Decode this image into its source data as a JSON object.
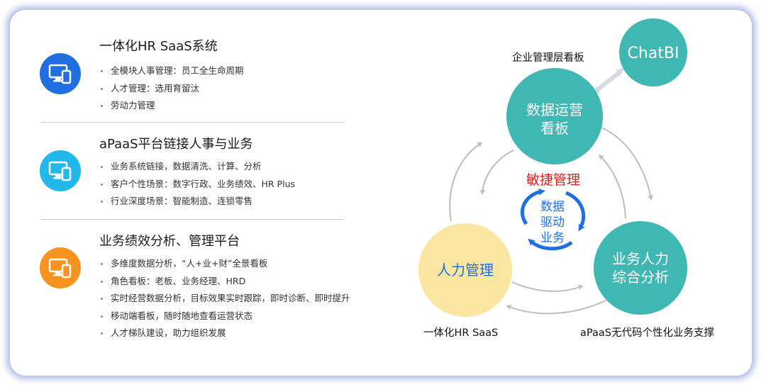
{
  "sections": [
    {
      "title": "一体化HR SaaS系统",
      "icon": "monitor-phone-icon",
      "color": "#1f6fe0",
      "bullets": [
        "全模块人事管理：员工全生命周期",
        "人才管理：选用育留汰",
        "劳动力管理"
      ]
    },
    {
      "title": "aPaaS平台链接人事与业务",
      "icon": "monitor-phone-icon",
      "color": "#22b8ea",
      "bullets": [
        "业务系统链接，数据清洗、计算、分析",
        "客户个性场景：数字行政、业务绩效、HR Plus",
        "行业深度场景：智能制造、连锁零售"
      ]
    },
    {
      "title": "业务绩效分析、管理平台",
      "icon": "monitor-phone-icon",
      "color": "#f7931e",
      "bullets": [
        "多维度数据分析，“人+业+财”全景看板",
        "角色看板：老板、业务经理、HRD",
        "实时经营数据分析，目标效果实时跟踪，即时诊断、即时提升",
        "移动端看板，随时随地查看运营状态",
        "人才梯队建设，助力组织发展"
      ]
    }
  ],
  "diagram": {
    "chatbi": "ChatBI",
    "top_caption": "企业管理层看板",
    "top_node": [
      "数据运营",
      "看板"
    ],
    "left_node": "人力管理",
    "right_node": [
      "业务人力",
      "综合分析"
    ],
    "center_title": "敏捷管理",
    "center_cycle": [
      "数据",
      "驱动",
      "业务"
    ],
    "left_caption": "一体化HR SaaS",
    "right_caption": "aPaaS无代码个性化业务支撑",
    "colors": {
      "teal": "#3fb7b3",
      "yellow": "#fbe6a1",
      "blue": "#1f6fe0",
      "red": "#d92121",
      "arrow": "#bdbdbd"
    }
  }
}
